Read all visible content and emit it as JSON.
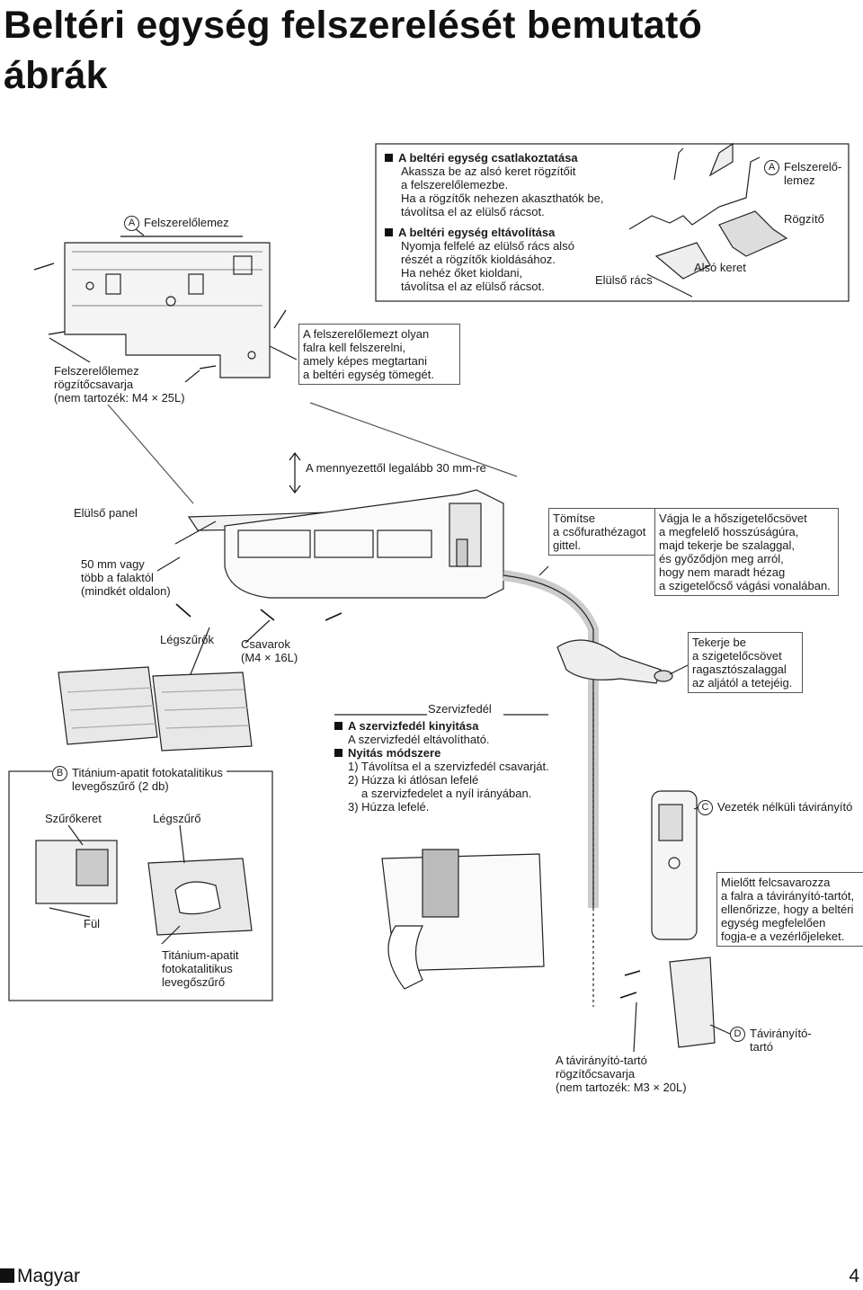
{
  "title": {
    "line1": "Beltéri egység felszerelését bemutató",
    "line2": "ábrák"
  },
  "mounting_plate": {
    "label_letter": "A",
    "label": "Felszerelőlemez",
    "screw_caption": [
      "Felszerelőlemez",
      "rögzítőcsavarja",
      "(nem tartozék: M4 × 25L)"
    ],
    "wall_note": [
      "A felszerelőlemezt olyan",
      "falra kell felszerelni,",
      "amely képes megtartani",
      "a beltéri egység tömegét."
    ]
  },
  "attach_box": {
    "connect_heading": "A beltéri egység csatlakoztatása",
    "connect_lines": [
      "Akassza be az alsó keret rögzítőit",
      "a felszerelőlemezbe.",
      "Ha a rögzítők nehezen akaszthatók be,",
      "távolítsa el az elülső rácsot."
    ],
    "remove_heading": "A beltéri egység eltávolítása",
    "remove_lines": [
      "Nyomja felfelé az elülső rács alsó",
      "részét a rögzítők kioldásához.",
      "Ha nehéz őket kioldani,",
      "távolítsa el az elülső rácsot."
    ]
  },
  "detail": {
    "plate_letter": "A",
    "plate_label": [
      "Felszerelő-",
      "lemez"
    ],
    "hook_label": "Rögzítő",
    "lower_frame": "Alsó keret",
    "front_grille": "Elülső rács"
  },
  "ceiling_note": "A mennyezettől legalább 30 mm-re",
  "front_panel": "Elülső panel",
  "side_gap": [
    "50 mm vagy",
    "több a falaktól",
    "(mindkét oldalon)"
  ],
  "seal_note": [
    "Tömítse",
    "a csőfurathézagot",
    "gittel."
  ],
  "insulation_cut": [
    "Vágja le a hőszigetelőcsövet",
    "a megfelelő hosszúságúra,",
    "majd tekerje be szalaggal,",
    "és győződjön meg arról,",
    "hogy nem maradt hézag",
    "a szigetelőcső vágási vonalában."
  ],
  "air_filters": "Légszűrők",
  "screws": [
    "Csavarok",
    "(M4 × 16L)"
  ],
  "tape_note": [
    "Tekerje be",
    "a szigetelőcsövet",
    "ragasztószalaggal",
    "az aljától a tetejéig."
  ],
  "service_cover": {
    "label": "Szervizfedél",
    "open_heading": "A szervizfedél kinyitása",
    "open_line": "A szervizfedél eltávolítható.",
    "method_heading": "Nyitás módszere",
    "steps": [
      "1) Távolítsa el a szervizfedél csavarját.",
      "2) Húzza ki átlósan lefelé",
      "a szervizfedelet a nyíl irányában.",
      "3) Húzza lefelé."
    ]
  },
  "titanium_filter": {
    "letter": "B",
    "label": [
      "Titánium-apatit fotokatalitikus",
      "levegőszűrő (2 db)"
    ],
    "filter_frame": "Szűrőkeret",
    "air_filter": "Légszűrő",
    "tab": "Fül",
    "bottom_label": [
      "Titánium-apatit",
      "fotokatalitikus",
      "levegőszűrő"
    ]
  },
  "remote": {
    "letter": "C",
    "label": "Vezeték nélküli távirányító",
    "note": [
      "Mielőtt felcsavarozza",
      "a falra a távirányító-tartót,",
      "ellenőrizze, hogy a beltéri",
      "egység megfelelően",
      "fogja-e a vezérlőjeleket."
    ],
    "holder_letter": "D",
    "holder_label": [
      "Távirányító-",
      "tartó"
    ],
    "holder_screw": [
      "A távirányító-tartó",
      "rögzítőcsavarja",
      "(nem tartozék: M3 × 20L)"
    ]
  },
  "footer": {
    "language": "Magyar",
    "page": "4"
  }
}
